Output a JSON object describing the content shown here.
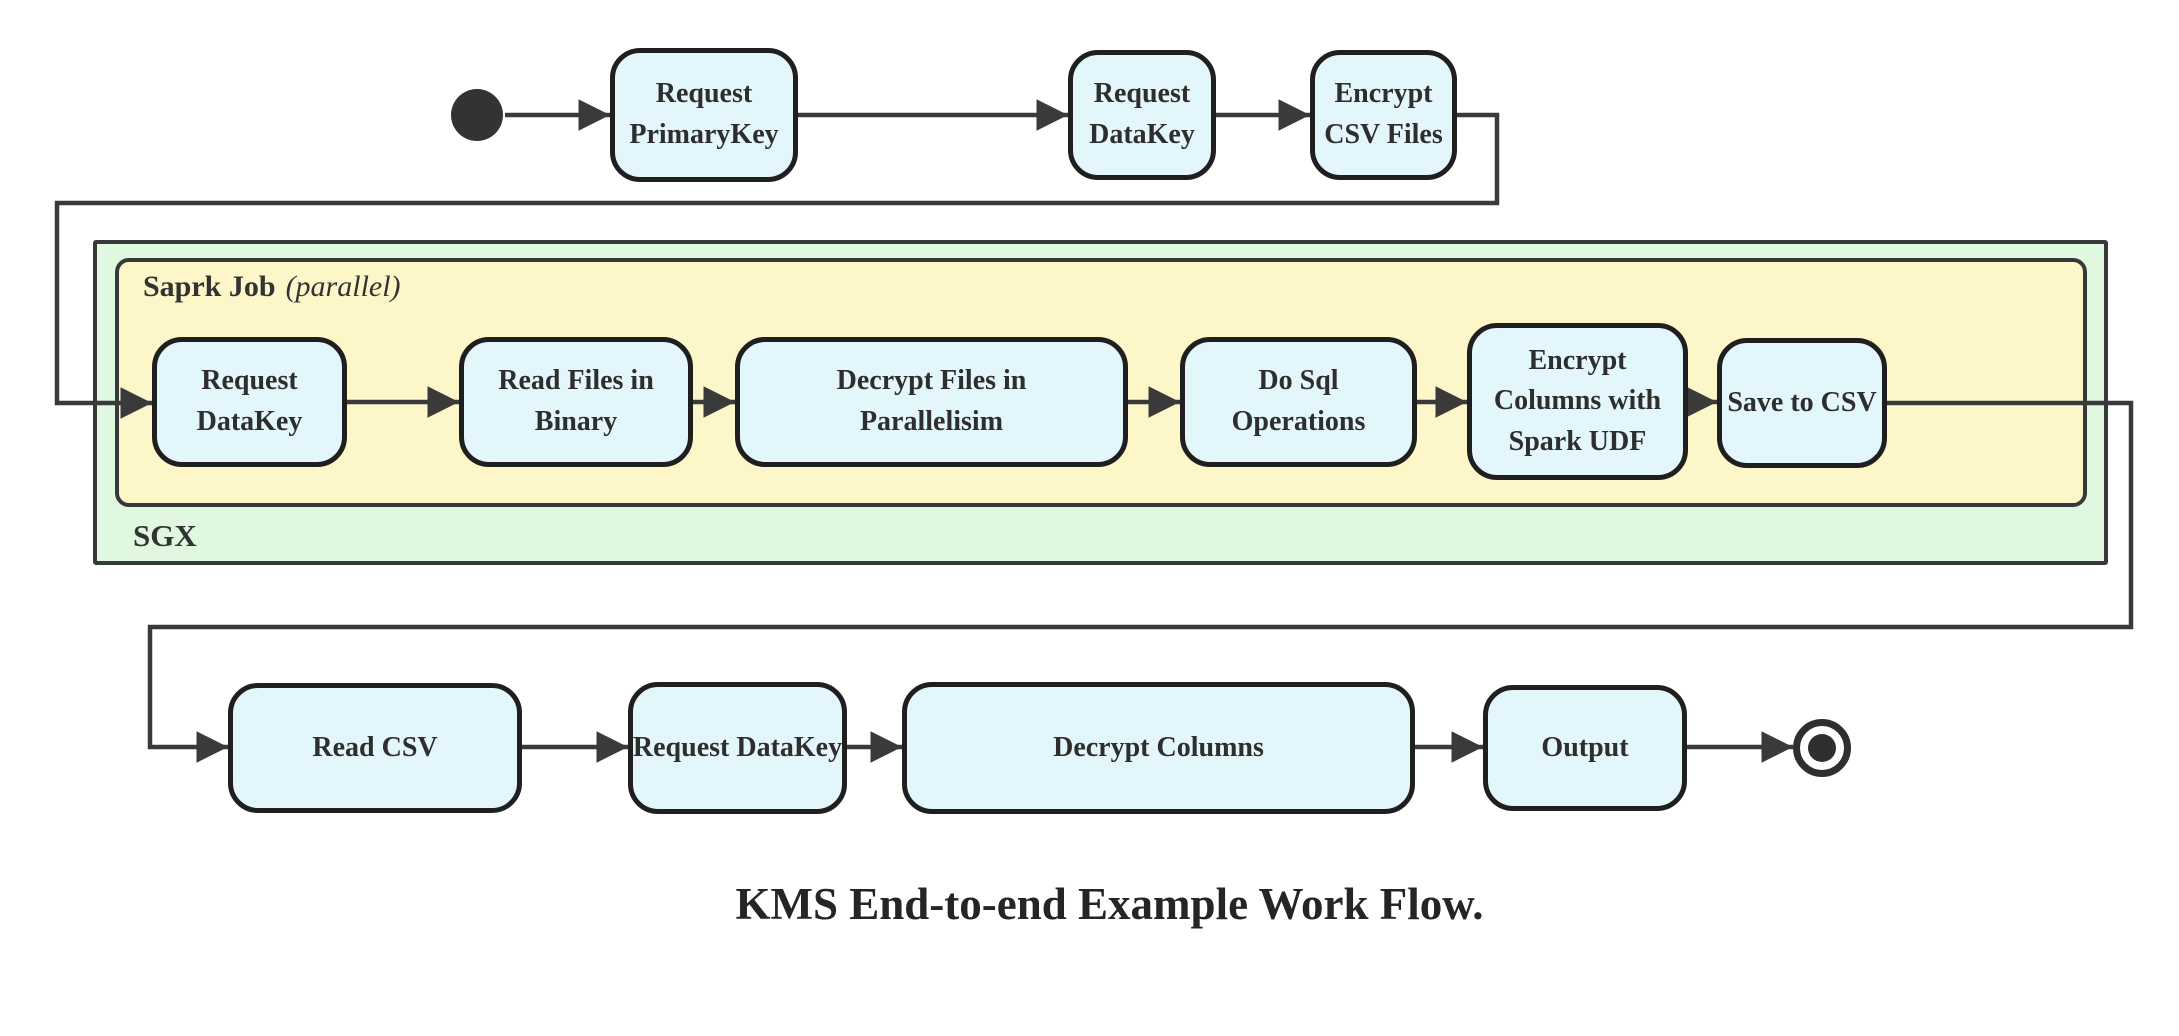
{
  "diagram": {
    "caption": "KMS End-to-end Example Work Flow.",
    "containers": {
      "spark": {
        "title": "Saprk Job",
        "subtitle": "(parallel)"
      },
      "sgx": {
        "label": "SGX"
      }
    },
    "nodes": {
      "top_row": [
        {
          "label": "Request\nPrimaryKey"
        },
        {
          "label": "Request\nDataKey"
        },
        {
          "label": "Encrypt\nCSV Files"
        }
      ],
      "spark_row": [
        {
          "label": "Request\nDataKey"
        },
        {
          "label": "Read Files in\nBinary"
        },
        {
          "label": "Decrypt Files in\nParallelisim"
        },
        {
          "label": "Do Sql\nOperations"
        },
        {
          "label": "Encrypt\nColumns with\nSpark UDF"
        },
        {
          "label": "Save to CSV"
        }
      ],
      "bottom_row": [
        {
          "label": "Read CSV"
        },
        {
          "label": "Request DataKey"
        },
        {
          "label": "Decrypt Columns"
        },
        {
          "label": "Output"
        }
      ]
    },
    "flow_order": [
      "start",
      "Request PrimaryKey",
      "Request DataKey",
      "Encrypt CSV Files",
      "SGX: Request DataKey",
      "Read Files in Binary",
      "Decrypt Files in Parallelisim",
      "Do Sql Operations",
      "Encrypt Columns with Spark UDF",
      "Save to CSV",
      "Read CSV",
      "Request DataKey",
      "Decrypt Columns",
      "Output",
      "end"
    ],
    "colors": {
      "node_fill": "#e3f6fb",
      "node_border": "#1f1f1f",
      "sgx_fill": "#e0f7e0",
      "spark_fill": "#fcf6c9",
      "container_border": "#383838",
      "edge": "#3a3a3a",
      "text": "#2e2e2e",
      "background": "#ffffff"
    }
  }
}
